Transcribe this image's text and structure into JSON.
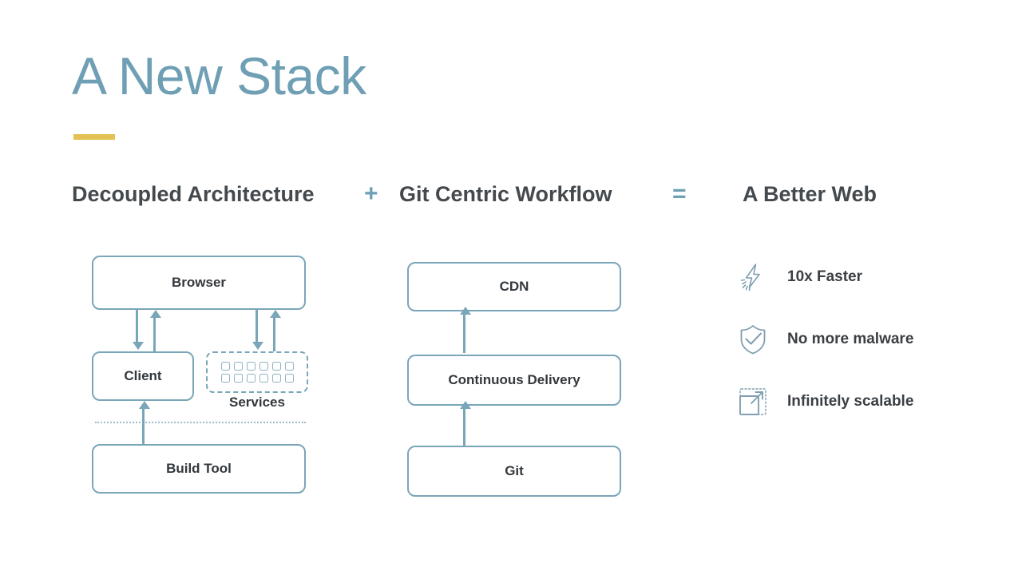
{
  "slide": {
    "title": "A New Stack",
    "accent_blue": "#6f9fb4",
    "accent_gold": "#e3c153",
    "heading_gray": "#44494e",
    "background": "#ffffff"
  },
  "equation": {
    "term_1": "Decoupled Architecture",
    "operator_1": "+",
    "term_2": "Git Centric Workflow",
    "operator_2": "=",
    "term_3": "A Better Web"
  },
  "architecture_diagram": {
    "nodes": {
      "browser": "Browser",
      "client": "Client",
      "services": "Services",
      "build_tool": "Build Tool"
    },
    "services_grid": {
      "rows": 2,
      "columns": 6
    },
    "connections": [
      {
        "from": "browser",
        "to": "client",
        "direction": "down"
      },
      {
        "from": "client",
        "to": "browser",
        "direction": "up"
      },
      {
        "from": "browser",
        "to": "services",
        "direction": "down"
      },
      {
        "from": "services",
        "to": "browser",
        "direction": "up"
      },
      {
        "from": "build_tool",
        "to": "client",
        "direction": "up"
      }
    ],
    "divider": "dotted-build-boundary"
  },
  "workflow_diagram": {
    "nodes": {
      "cdn": "CDN",
      "continuous_delivery": "Continuous Delivery",
      "git": "Git"
    },
    "connections": [
      {
        "from": "git",
        "to": "continuous_delivery",
        "direction": "up"
      },
      {
        "from": "continuous_delivery",
        "to": "cdn",
        "direction": "up"
      }
    ]
  },
  "benefits": [
    {
      "icon": "lightning-bolt-icon",
      "label": "10x Faster"
    },
    {
      "icon": "shield-check-icon",
      "label": "No more malware"
    },
    {
      "icon": "expand-square-icon",
      "label": "Infinitely scalable"
    }
  ]
}
